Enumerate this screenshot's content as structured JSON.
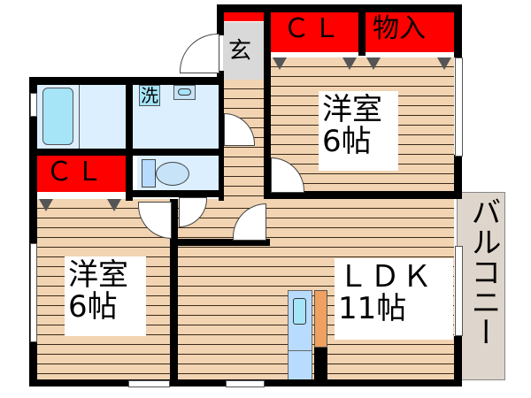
{
  "plan": {
    "rooms": {
      "western_room_top": {
        "name": "洋室",
        "size": "6帖"
      },
      "western_room_left": {
        "name": "洋室",
        "size": "6帖"
      },
      "ldk": {
        "name": "ＬＤＫ",
        "size": "11帖"
      },
      "balcony": {
        "name": "バルコニー"
      },
      "entrance": {
        "name": "玄"
      },
      "closet_top": {
        "name": "ＣＬ"
      },
      "storage": {
        "name": "物入"
      },
      "closet_left": {
        "name": "ＣＬ"
      },
      "washroom": {
        "name": "洗"
      },
      "bathroom": {
        "name": ""
      },
      "toilet": {
        "name": ""
      }
    },
    "colors": {
      "floor": "#f2d4b2",
      "wall": "#000000",
      "closet": "#ff0000",
      "wet_area": "#dcefff",
      "balcony": "#ded6cc",
      "entrance": "#d9d9d9",
      "fridge": "#b8dcff",
      "counter": "#f0a060"
    }
  }
}
